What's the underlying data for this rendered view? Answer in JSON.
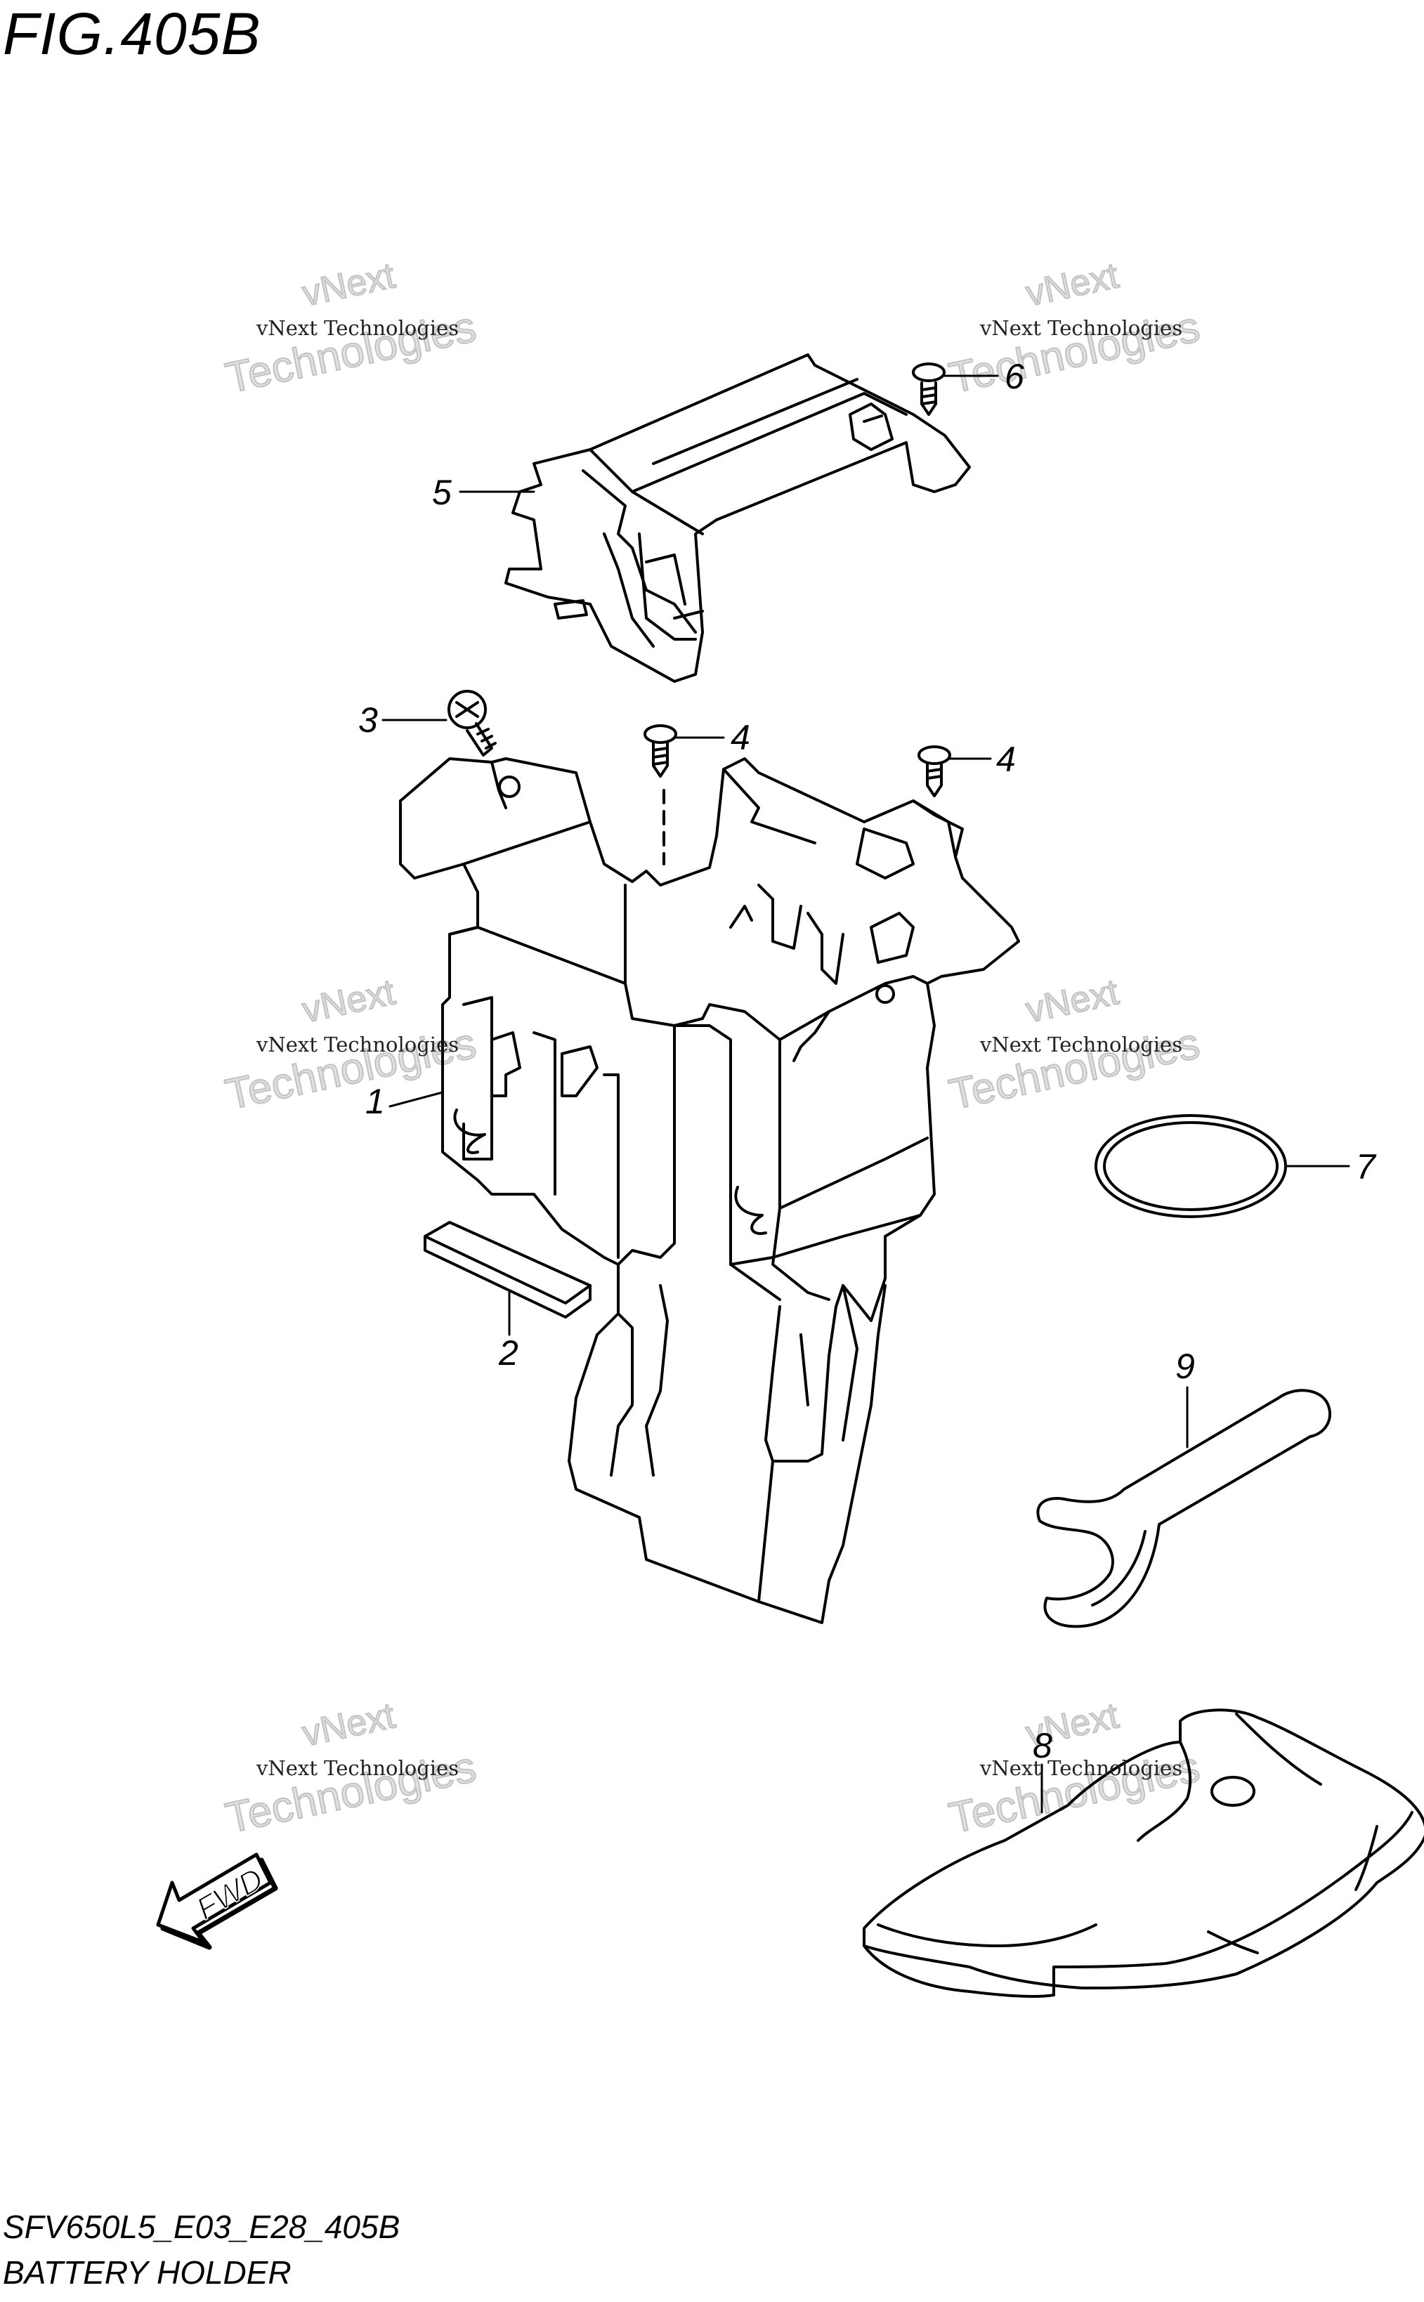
{
  "figure_title": "FIG.405B",
  "footer": {
    "code": "SFV650L5_E03_E28_405B",
    "name": "BATTERY HOLDER"
  },
  "watermark": {
    "line": "vNext Technologies",
    "word1": "vNext",
    "word2": "Technologies"
  },
  "callouts": {
    "p1": "1",
    "p2": "2",
    "p3": "3",
    "p4a": "4",
    "p4b": "4",
    "p5": "5",
    "p6": "6",
    "p7": "7",
    "p8": "8",
    "p9": "9"
  },
  "fwd_label": "FWD"
}
